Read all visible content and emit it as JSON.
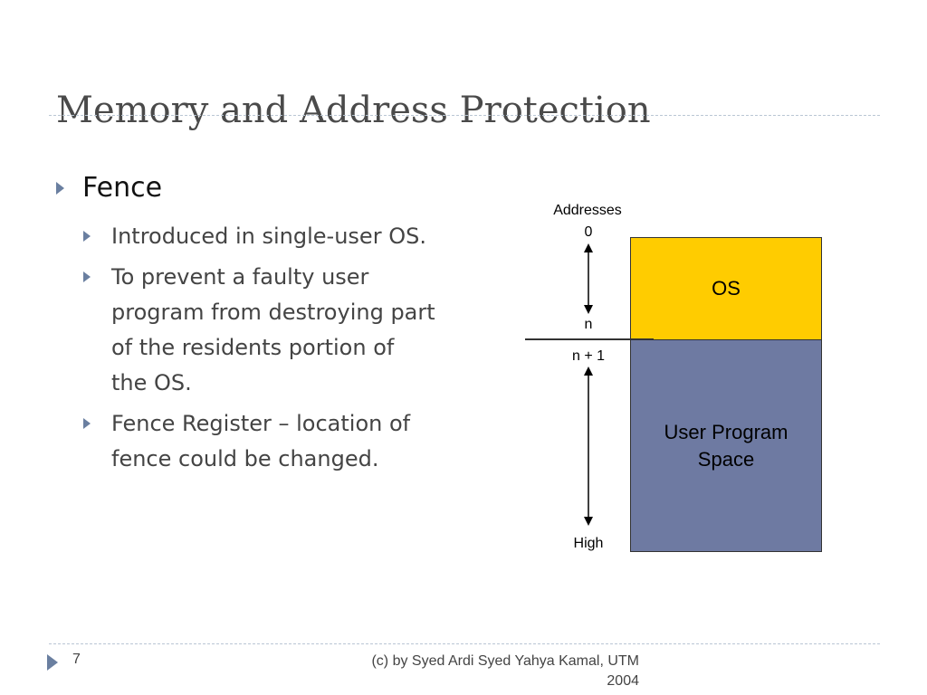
{
  "slide": {
    "title": "Memory and Address Protection",
    "bullet": {
      "heading": "Fence",
      "items": [
        "Introduced in single-user OS.",
        "To prevent a faulty user program from destroying part of the residents portion of the OS.",
        "Fence Register – location of fence could be changed."
      ]
    }
  },
  "diagram": {
    "addresses_label": "Addresses",
    "addr_zero": "0",
    "addr_n": "n",
    "addr_n_plus_1": "n + 1",
    "addr_high": "High",
    "os_label": "OS",
    "user_space_line1": "User Program",
    "user_space_line2": "Space",
    "colors": {
      "os": "#ffcc00",
      "user_space": "#6e7aa2",
      "bullet": "#6a7fa0"
    }
  },
  "footer": {
    "page_number": "7",
    "credit_line1": "(c) by Syed Ardi Syed Yahya Kamal, UTM",
    "credit_line2": "2004"
  }
}
